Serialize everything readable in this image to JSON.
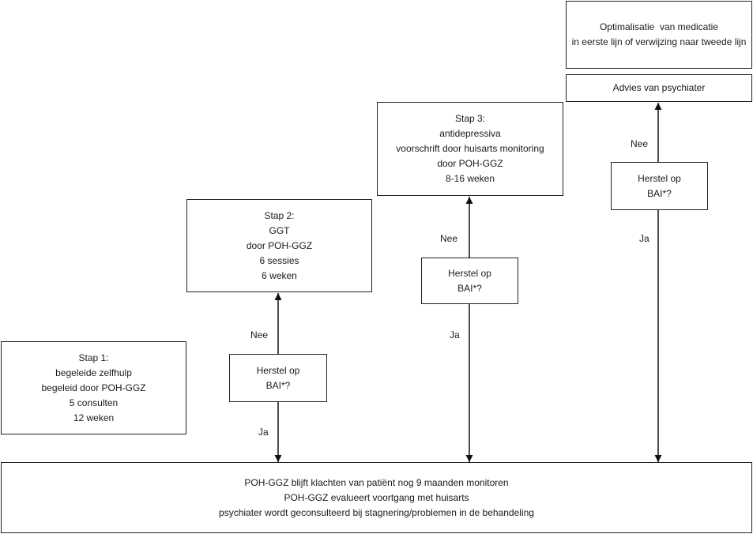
{
  "steps": {
    "step1": [
      "Stap 1:",
      "begeleide zelfhulp",
      "begeleid door POH-GGZ",
      "5 consulten",
      "12 weken"
    ],
    "step2": [
      "Stap 2:",
      "GGT",
      "door POH-GGZ",
      "6 sessies",
      "6 weken"
    ],
    "step3": [
      "Stap 3:",
      "antidepressiva",
      "voorschrift door huisarts monitoring",
      "door POH-GGZ",
      "8-16 weken"
    ]
  },
  "optimalisatie": [
    "Optimalisatie  van medicatie",
    "in eerste lijn of verwijzing naar tweede lijn"
  ],
  "advies": "Advies van psychiater",
  "decision": [
    "Herstel op",
    "BAI*?"
  ],
  "edges": {
    "no": "Nee",
    "yes": "Ja"
  },
  "bottom": [
    "POH-GGZ blijft klachten van patiënt nog 9 maanden monitoren",
    "POH-GGZ evalueert voortgang met huisarts",
    "psychiater wordt geconsulteerd bij stagnering/problemen in de behandeling"
  ]
}
